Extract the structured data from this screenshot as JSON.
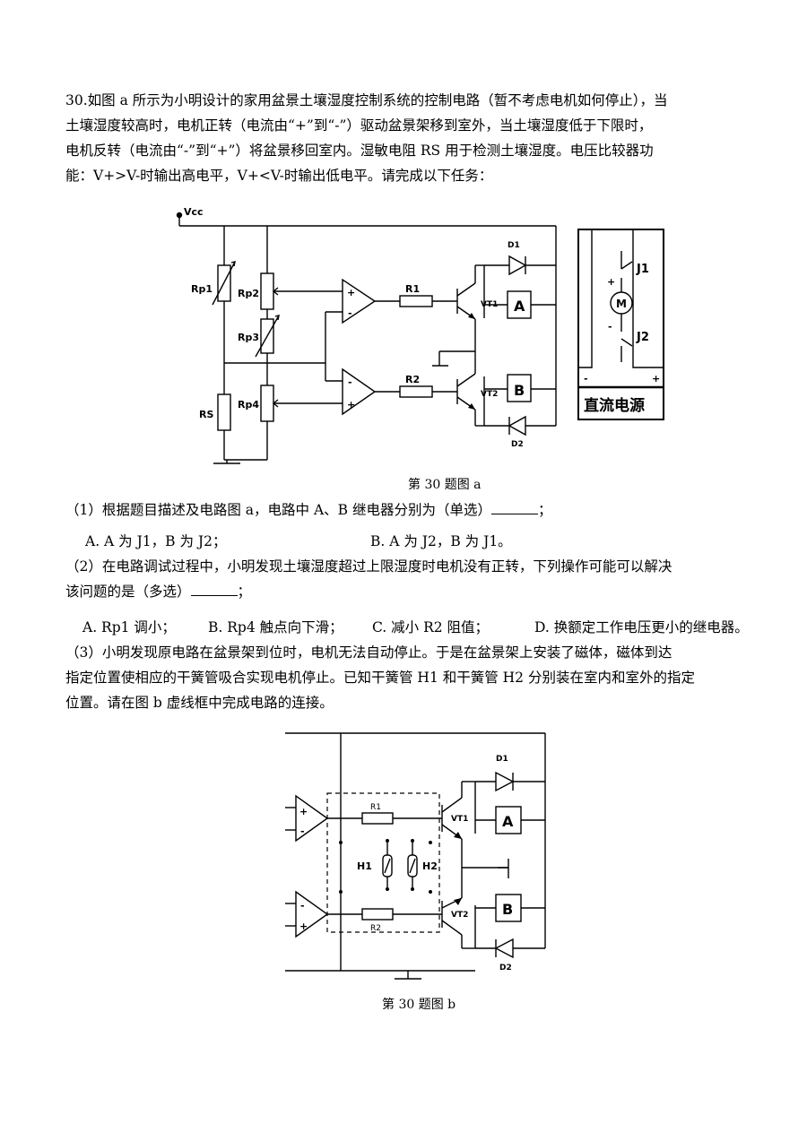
{
  "question": {
    "intro_lines": [
      "30.如图 a 所示为小明设计的家用盆景土壤湿度控制系统的控制电路（暂不考虑电机如何停止），当",
      "土壤湿度较高时，电机正转（电流由“+”到“-”）驱动盆景架移到室外，当土壤湿度低于下限时，",
      "电机反转（电流由“-”到“+”）将盆景移回室内。湿敏电阻 RS 用于检测土壤湿度。电压比较器功",
      "能：V+>V-时输出高电平，V+<V-时输出低电平。请完成以下任务："
    ]
  },
  "figure_a": {
    "caption": "第 30 题图 a",
    "labels": {
      "vcc": "Vcc",
      "rp1": "Rp1",
      "rp2": "Rp2",
      "rp3": "Rp3",
      "rp4": "Rp4",
      "rs": "RS",
      "r1": "R1",
      "r2": "R2",
      "vt1": "VT1",
      "vt2": "VT2",
      "d1": "D1",
      "d2": "D2",
      "relay_a": "A",
      "relay_b": "B",
      "plus": "+",
      "minus": "-",
      "j1": "J1",
      "j2": "J2",
      "motor": "M",
      "power": "直流电源"
    }
  },
  "q1": {
    "text": "（1）根据题目描述及电路图 a，电路中 A、B 继电器分别为（单选）",
    "end": "；",
    "options": [
      "A. A 为 J1，B 为 J2；",
      "B.  A 为 J2，B 为 J1。"
    ]
  },
  "q2": {
    "line1": "（2）在电路调试过程中，小明发现土壤湿度超过上限湿度时电机没有正转，下列操作可能可以解决",
    "line2": "该问题的是（多选）",
    "end": "；",
    "options": [
      "A. Rp1 调小；",
      "B. Rp4 触点向下滑；",
      "C. 减小 R2 阻值；",
      "D. 换额定工作电压更小的继电器。"
    ]
  },
  "q3": {
    "lines": [
      "（3）小明发现原电路在盆景架到位时，电机无法自动停止。于是在盆景架上安装了磁体，磁体到达",
      "指定位置使相应的干簧管吸合实现电机停止。已知干簧管 H1 和干簧管 H2 分别装在室内和室外的指定",
      "位置。请在图 b 虚线框中完成电路的连接。"
    ]
  },
  "figure_b": {
    "caption": "第 30 题图 b",
    "labels": {
      "r1": "R1",
      "r2": "R2",
      "h1": "H1",
      "h2": "H2",
      "vt1": "VT1",
      "vt2": "VT2",
      "d1": "D1",
      "d2": "D2",
      "relay_a": "A",
      "relay_b": "B",
      "plus": "+",
      "minus": "-"
    }
  }
}
